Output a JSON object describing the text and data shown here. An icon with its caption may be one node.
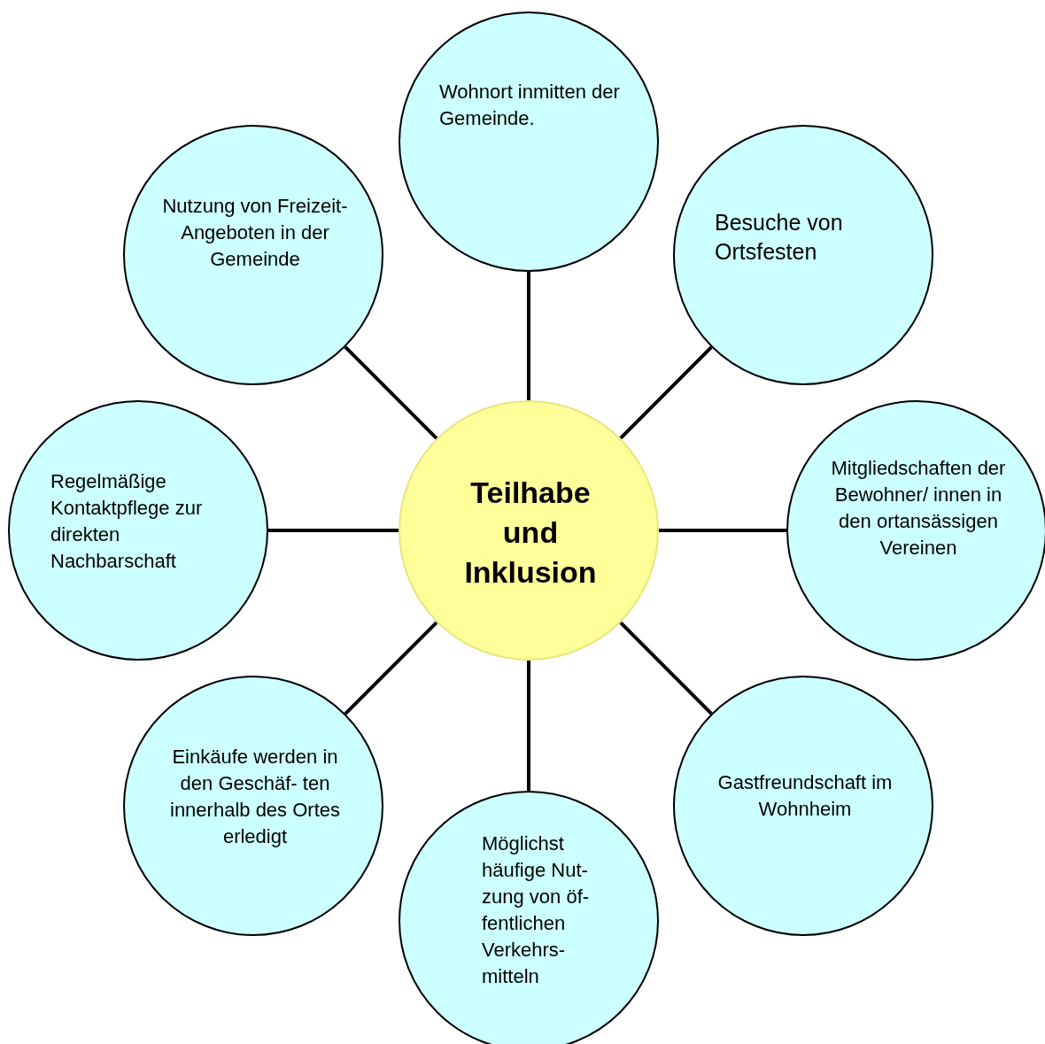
{
  "diagram": {
    "nodes": [
      {
        "text": [
          "Teilhabe und Inklusion"
        ]
      },
      {
        "text": [
          "Wohnort inmitten der Gemeinde."
        ]
      },
      {
        "text": [
          "Besuche von Ortsfesten"
        ]
      },
      {
        "text": [
          "Mitgliedschaften der Bewohner/ innen in den ortansässigen Vereinen"
        ]
      },
      {
        "text": [
          "Gastfreundschaft im Wohnheim"
        ]
      },
      {
        "text": [
          "Möglichst häufige Nut- zung von öf- fentlichen Verkehrs- mitteln"
        ]
      },
      {
        "text": [
          "Einkäufe werden in den Geschäf- ten innerhalb des Ortes erledigt"
        ]
      },
      {
        "text": [
          "Regelmäßige Kontaktpflege zur direkten Nachbarschaft"
        ]
      },
      {
        "text": [
          "Nutzung von Freizeit- Angeboten in der Gemeinde"
        ]
      }
    ],
    "edges": [
      {
        "from": 0,
        "to": 1,
        "arrow": "none"
      },
      {
        "from": 0,
        "to": 2,
        "arrow": "none"
      },
      {
        "from": 0,
        "to": 3,
        "arrow": "none"
      },
      {
        "from": 0,
        "to": 4,
        "arrow": "none"
      },
      {
        "from": 0,
        "to": 5,
        "arrow": "none"
      },
      {
        "from": 0,
        "to": 6,
        "arrow": "none"
      },
      {
        "from": 0,
        "to": 7,
        "arrow": "none"
      },
      {
        "from": 0,
        "to": 8,
        "arrow": "none"
      }
    ]
  }
}
